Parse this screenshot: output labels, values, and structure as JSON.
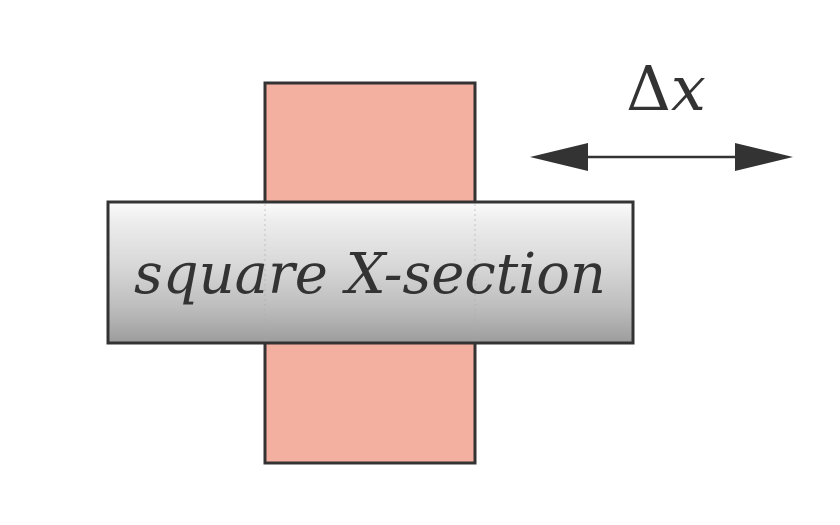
{
  "diagram": {
    "bar_label": "square X-section",
    "delta_symbol": "Δ",
    "delta_variable": "x"
  },
  "colors": {
    "block_fill": "#f3afa0",
    "outline": "#333333",
    "arrow": "#333333",
    "bar_light": "#f4f4f4",
    "bar_mid": "#c4c4c4",
    "bar_dark": "#9a9a9a",
    "text": "#333333"
  },
  "icons": {
    "displacement-arrow": "double-headed-arrow"
  }
}
